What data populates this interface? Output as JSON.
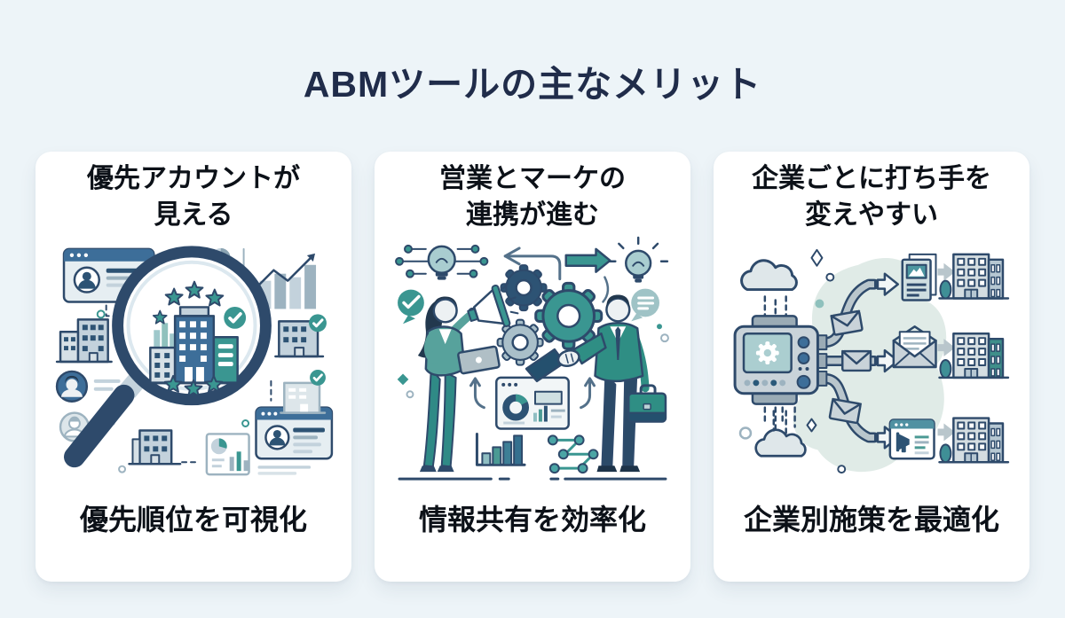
{
  "title": "ABMツールの主なメリット",
  "palette": {
    "bg": "#edf4f8",
    "card": "#ffffff",
    "title_ink": "#202c4a",
    "ink": "#0c1118",
    "outline": "#2e4a6b",
    "navy": "#2e4a6b",
    "steel": "#3d6e99",
    "steel_dark": "#2d5374",
    "teal": "#3a9691",
    "teal_bright": "#2f8e84",
    "teal_light": "#a9cdd0",
    "mint": "#e0ebe7",
    "grayblue": "#c3d2dc",
    "gray": "#9db3c0"
  },
  "cards": [
    {
      "heading_lines": [
        "優先アカウントが",
        "見える"
      ],
      "footer_label": "優先順位を可視化",
      "icons": [
        "magnifier-icon",
        "star-rating-icons",
        "building-icons",
        "check-badge-icon",
        "profile-card-icon",
        "growth-chart-icon",
        "avatar-icons",
        "mini-pie-icon",
        "mini-bar-chart-icon"
      ]
    },
    {
      "heading_lines": [
        "営業とマーケの",
        "連携が進む"
      ],
      "footer_label": "情報共有を効率化",
      "icons": [
        "handshake-icon",
        "gear-icons",
        "lightbulb-icons",
        "megaphone-icon",
        "laptop-icon",
        "briefcase-icon",
        "check-bubble-icon",
        "speech-bubble-icon",
        "dashboard-icon",
        "bar-chart-icon",
        "network-icon",
        "arrow-icons"
      ]
    },
    {
      "heading_lines": [
        "企業ごとに打ち手を",
        "変えやすい"
      ],
      "footer_label": "企業別施策を最適化",
      "icons": [
        "automation-machine-icon",
        "gear-icon",
        "cloud-icons",
        "envelope-icons",
        "newsletter-icon",
        "open-envelope-icon",
        "ad-browser-icon",
        "megaphone-icon",
        "building-icons",
        "tree-icons",
        "arrow-icons"
      ]
    }
  ]
}
